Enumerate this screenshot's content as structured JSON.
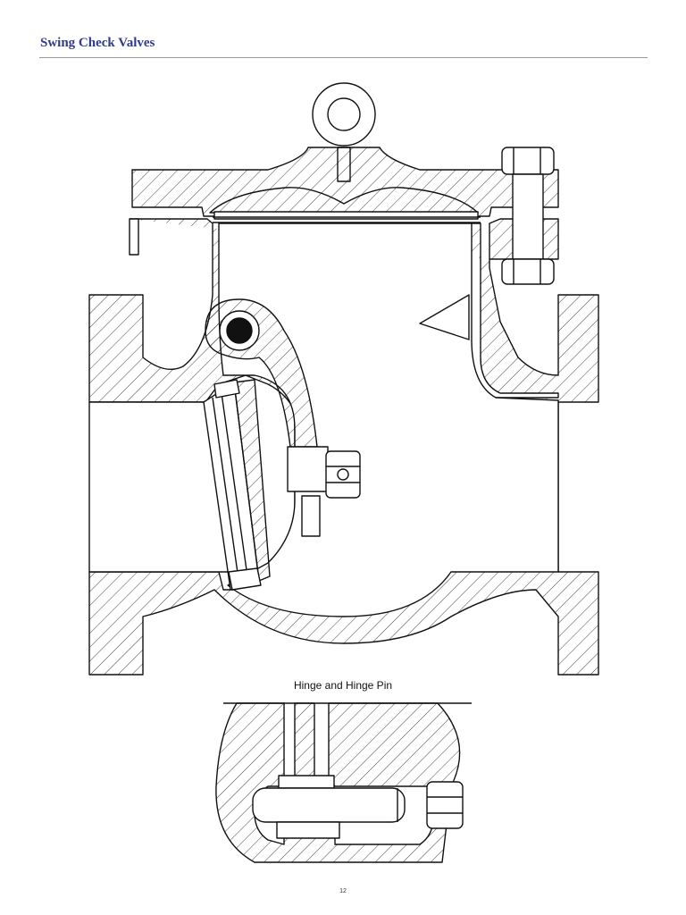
{
  "header": {
    "title": "Swing Check Valves"
  },
  "figure": {
    "caption": "Hinge and Hinge Pin"
  },
  "footer": {
    "page_number": "12"
  }
}
